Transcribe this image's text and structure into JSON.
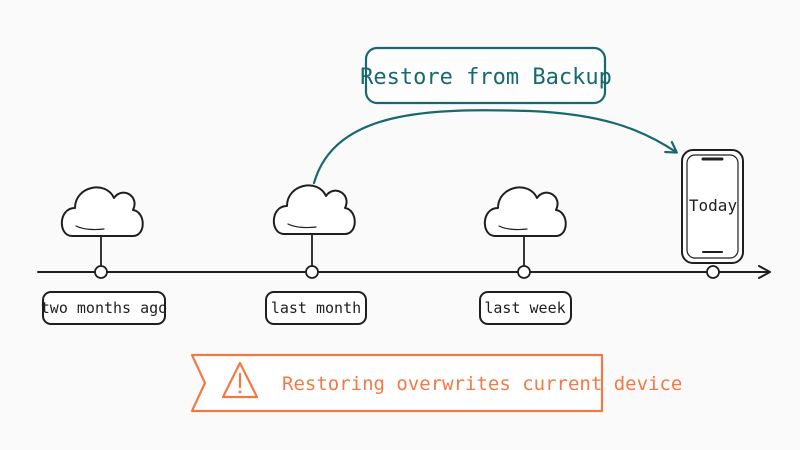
{
  "colors": {
    "ink": "#1f1f1f",
    "teal": "#17696e",
    "orange": "#f07a45",
    "background": "#fbfafa"
  },
  "restore_label": "Restore from Backup",
  "timeline": {
    "points": [
      {
        "label": "two months ago",
        "icon": "cloud-icon"
      },
      {
        "label": "last month",
        "icon": "cloud-icon"
      },
      {
        "label": "last week",
        "icon": "cloud-icon"
      }
    ],
    "today": {
      "label": "Today",
      "icon": "phone-icon"
    }
  },
  "warning": {
    "text": "Restoring overwrites current device",
    "icon": "warning-icon"
  }
}
